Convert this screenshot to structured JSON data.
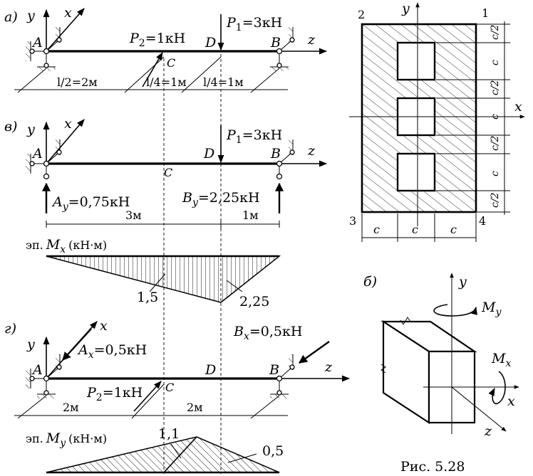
{
  "diagram_a": {
    "tag": "a)",
    "axis_y": "y",
    "axis_x": "x",
    "axis_z": "z",
    "pt_A": "A",
    "pt_C": "C",
    "pt_D": "D",
    "pt_B": "B",
    "load_P1_sym": "P",
    "load_P1_sub": "1",
    "load_P1_val": "=3кН",
    "load_P2_sym": "P",
    "load_P2_sub": "2",
    "load_P2_val": "=1кН",
    "dim_1": "l/2=2м",
    "dim_2": "l/4=1м",
    "dim_3": "l/4=1м"
  },
  "diagram_v": {
    "tag": "в)",
    "axis_y": "y",
    "axis_x": "x",
    "axis_z": "z",
    "pt_A": "A",
    "pt_C": "C",
    "pt_D": "D",
    "pt_B": "B",
    "load_P1_sym": "P",
    "load_P1_sub": "1",
    "load_P1_val": "=3кН",
    "react_A_sym": "A",
    "react_A_sub": "y",
    "react_A_val": "=0,75кН",
    "react_B_sym": "B",
    "react_B_sub": "y",
    "react_B_val": "=2,25кН",
    "dim_1": "3м",
    "dim_2": "1м"
  },
  "moment_Mx": {
    "title_prefix": "эп.",
    "title_sym": "M",
    "title_sub": "x",
    "title_unit": "(кН·м)",
    "value_C": "1,5",
    "value_D": "2,25"
  },
  "diagram_g": {
    "tag": "г)",
    "axis_y": "y",
    "axis_x": "x",
    "axis_z": "z",
    "pt_A": "A",
    "pt_C": "C",
    "pt_D": "D",
    "pt_B": "B",
    "react_A_sym": "A",
    "react_A_sub": "x",
    "react_A_val": "=0,5кН",
    "react_B_sym": "B",
    "react_B_sub": "x",
    "react_B_val": "=0,5кН",
    "load_P2_sym": "P",
    "load_P2_sub": "2",
    "load_P2_val": "=1кН",
    "dim_1": "2м",
    "dim_2": "2м"
  },
  "moment_My": {
    "title_prefix": "эп.",
    "title_sym": "M",
    "title_sub": "y",
    "title_unit": "(кН·м)",
    "value_peak": "1,1",
    "value_right": "0,5"
  },
  "section": {
    "axis_y": "y",
    "axis_x": "x",
    "corner_1": "1",
    "corner_2": "2",
    "corner_3": "3",
    "corner_4": "4",
    "dim_c": "c",
    "dim_c_half": "c/2"
  },
  "diagram_b": {
    "tag": "б)",
    "axis_y": "y",
    "axis_x": "x",
    "axis_z": "z",
    "moment_y_sym": "M",
    "moment_y_sub": "y",
    "moment_x_sym": "M",
    "moment_x_sub": "x"
  },
  "caption": "Рис.  5.28"
}
